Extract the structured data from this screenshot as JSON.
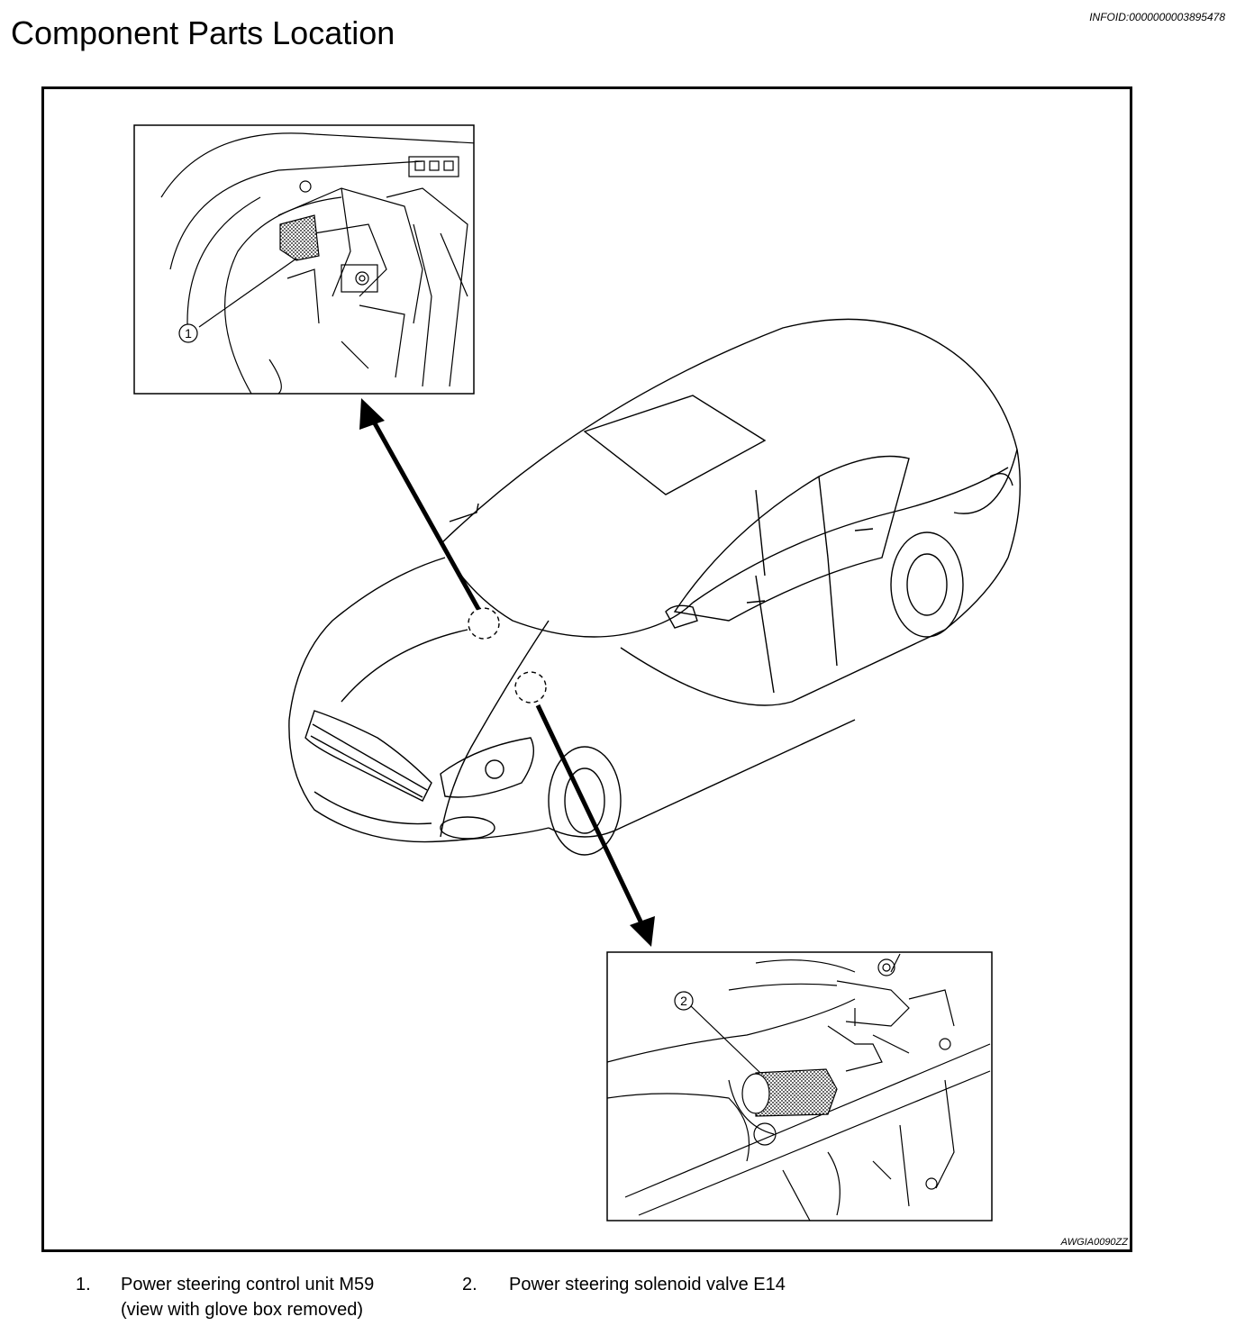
{
  "header": {
    "title": "Component Parts Location",
    "info_id": "INFOID:0000000003895478"
  },
  "figure": {
    "code": "AWGIA0090ZZ",
    "callouts": [
      {
        "label": "1"
      },
      {
        "label": "2"
      }
    ]
  },
  "legend": [
    {
      "number": "1.",
      "line1": "Power steering control unit M59",
      "line2": "(view with glove box removed)"
    },
    {
      "number": "2.",
      "line1": "Power steering solenoid valve E14",
      "line2": ""
    }
  ]
}
